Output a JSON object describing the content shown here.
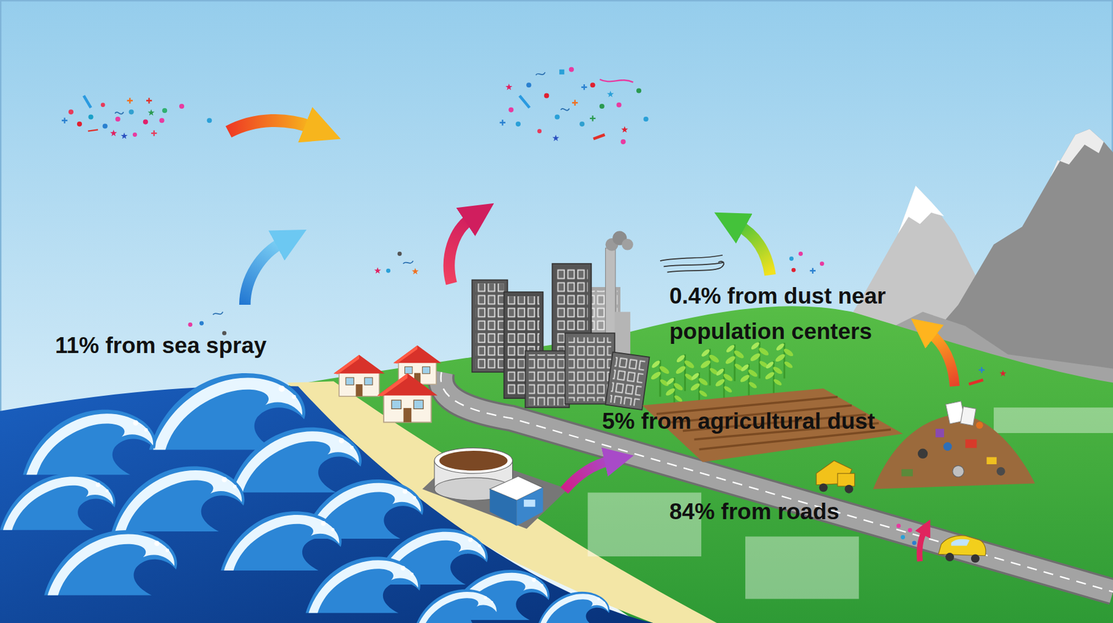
{
  "diagram": {
    "labels": [
      "11% from sea spray",
      "0.4% from dust near population centers",
      "5% from agricultural dust",
      "84% from roads"
    ]
  }
}
